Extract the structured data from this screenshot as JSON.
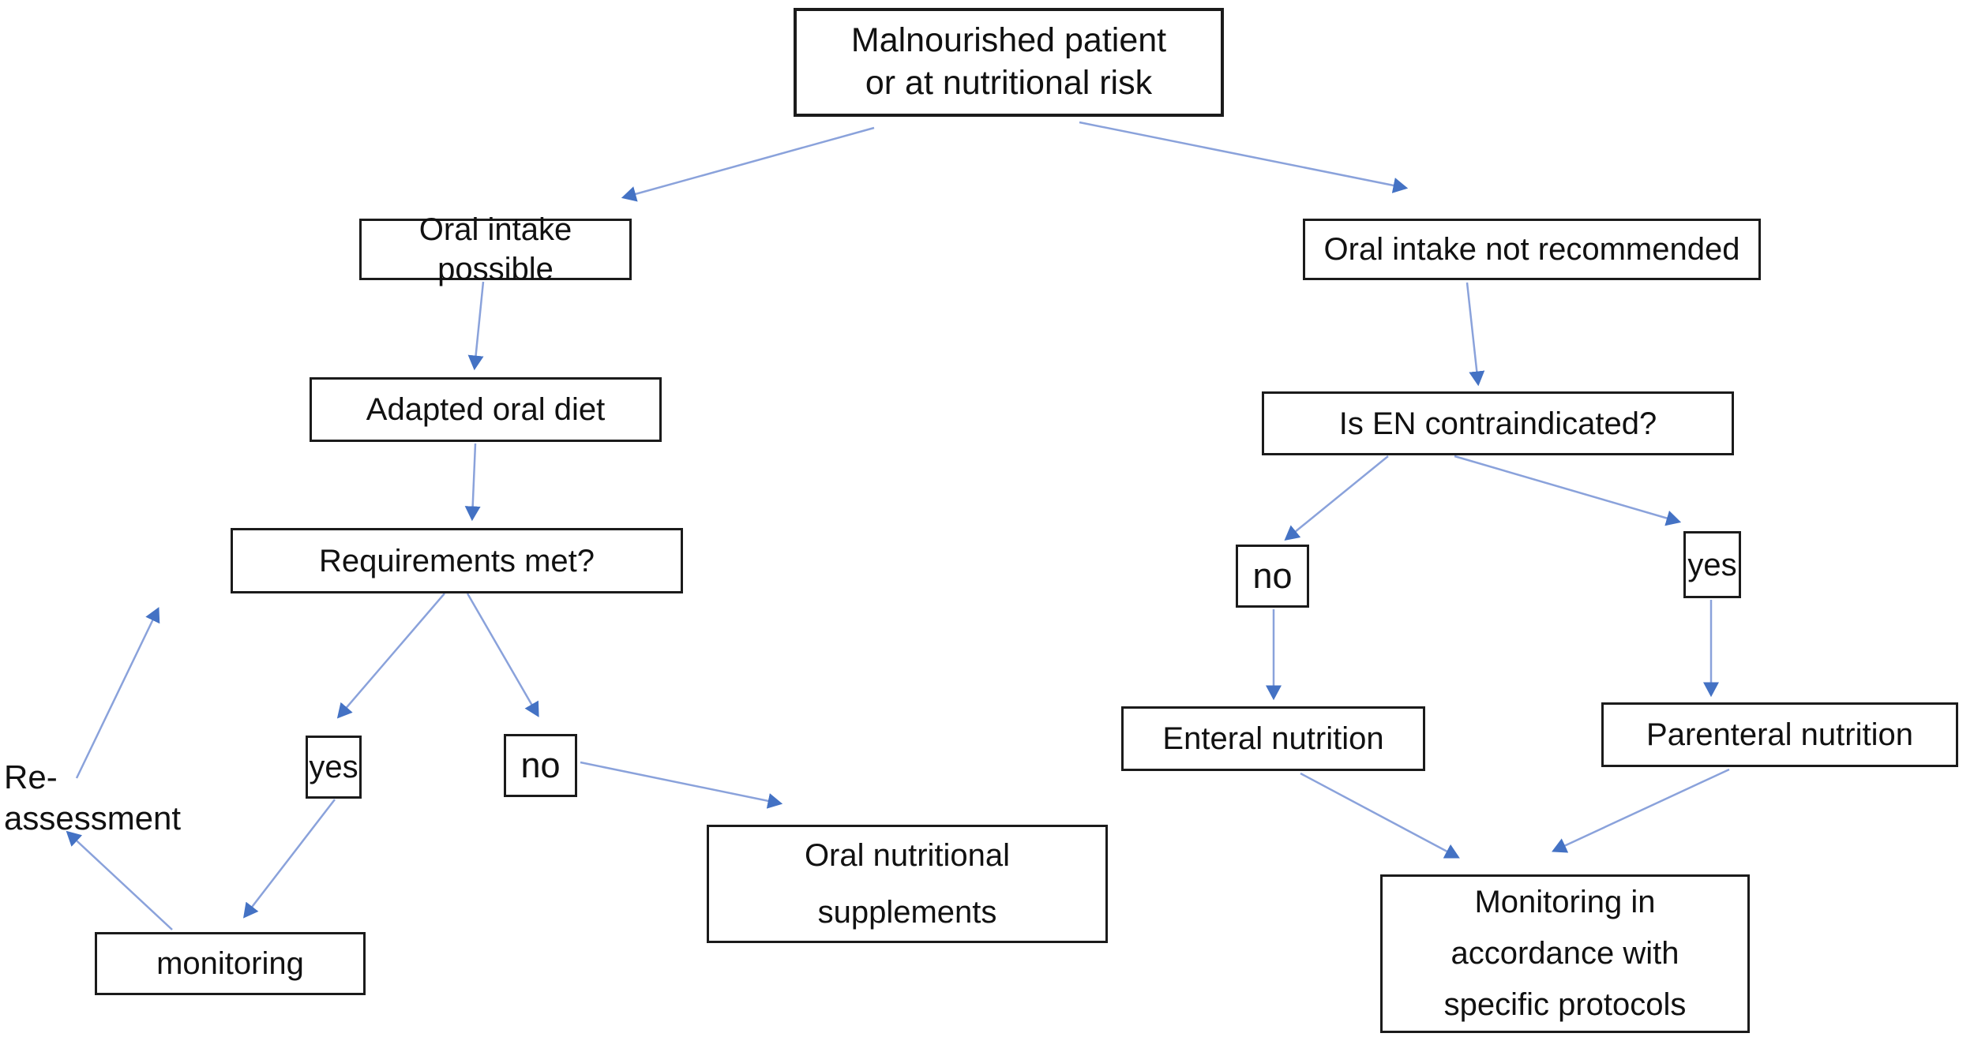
{
  "diagram": {
    "description": "Nutrition support decision flowchart",
    "colors": {
      "box_border": "#1b1b1b",
      "box_background": "#ffffff",
      "text": "#111111",
      "arrow_line": "#8aa2db",
      "arrow_head": "#4472c4"
    },
    "nodes": {
      "malnourished": {
        "label": "Malnourished patient\nor at nutritional risk"
      },
      "oral_intake_possible": {
        "label": "Oral intake possible"
      },
      "adapted_oral_diet": {
        "label": "Adapted oral diet"
      },
      "requirements_met": {
        "label": "Requirements met?"
      },
      "yes_left": {
        "label": "yes"
      },
      "no_left": {
        "label": "no"
      },
      "re_assessment": {
        "label": "Re-assessment"
      },
      "monitoring": {
        "label": "monitoring"
      },
      "oral_nutritional_supplements": {
        "label": "Oral nutritional\nsupplements"
      },
      "oral_intake_not_recommended": {
        "label": "Oral intake not recommended"
      },
      "is_en_contraindicated": {
        "label": "Is EN contraindicated?"
      },
      "no_right": {
        "label": "no"
      },
      "yes_right": {
        "label": "yes"
      },
      "enteral_nutrition": {
        "label": "Enteral nutrition"
      },
      "parenteral_nutrition": {
        "label": "Parenteral nutrition"
      },
      "monitoring_protocols": {
        "label": "Monitoring in\naccordance with\nspecific protocols"
      }
    },
    "edges": [
      {
        "from": "malnourished",
        "to": "oral_intake_possible"
      },
      {
        "from": "malnourished",
        "to": "oral_intake_not_recommended"
      },
      {
        "from": "oral_intake_possible",
        "to": "adapted_oral_diet"
      },
      {
        "from": "adapted_oral_diet",
        "to": "requirements_met"
      },
      {
        "from": "requirements_met",
        "to": "yes_left"
      },
      {
        "from": "requirements_met",
        "to": "no_left"
      },
      {
        "from": "yes_left",
        "to": "monitoring"
      },
      {
        "from": "monitoring",
        "to": "re_assessment"
      },
      {
        "from": "re_assessment",
        "to": "requirements_met"
      },
      {
        "from": "no_left",
        "to": "oral_nutritional_supplements"
      },
      {
        "from": "oral_intake_not_recommended",
        "to": "is_en_contraindicated"
      },
      {
        "from": "is_en_contraindicated",
        "to": "no_right"
      },
      {
        "from": "is_en_contraindicated",
        "to": "yes_right"
      },
      {
        "from": "no_right",
        "to": "enteral_nutrition"
      },
      {
        "from": "yes_right",
        "to": "parenteral_nutrition"
      },
      {
        "from": "enteral_nutrition",
        "to": "monitoring_protocols"
      },
      {
        "from": "parenteral_nutrition",
        "to": "monitoring_protocols"
      }
    ]
  }
}
